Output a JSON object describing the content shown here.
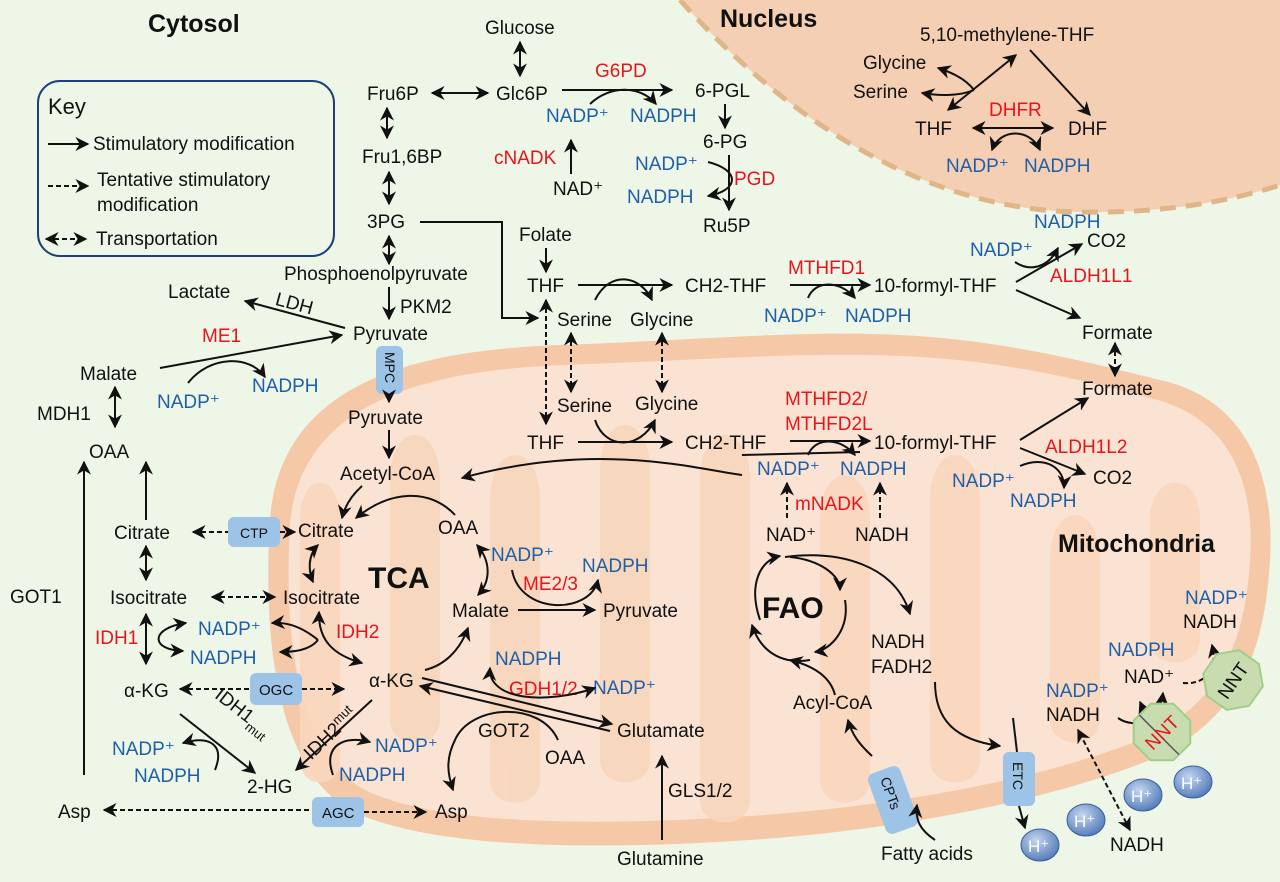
{
  "compartments": {
    "cytosol": "Cytosol",
    "nucleus": "Nucleus",
    "mitochondria": "Mitochondria",
    "tca": "TCA",
    "fao": "FAO"
  },
  "key": {
    "title": "Key",
    "items": [
      {
        "type": "solid-arrow",
        "label": "Stimulatory modification"
      },
      {
        "type": "dashed-arrow",
        "label_line1": "Tentative stimulatory",
        "label_line2": "modification"
      },
      {
        "type": "dashed-double-arrow",
        "label": "Transportation"
      }
    ]
  },
  "colors": {
    "cofactor": "#1e5fa8",
    "enzyme": "#e8141c",
    "metabolite": "#111111",
    "cytosol_bg": "#eef6e8",
    "organelle_bg": "#fbe3d3",
    "transporter": "#9dc3e6",
    "nnt": "#c9dcb0"
  },
  "glycolysis": {
    "glucose": "Glucose",
    "fru6p": "Fru6P",
    "glc6p": "Glc6P",
    "fru16bp": "Fru1,6BP",
    "pg3": "3PG",
    "pep": "Phosphoenolpyruvate",
    "pkm2": "PKM2",
    "pyruvate": "Pyruvate",
    "lactate": "Lactate",
    "ldh": "LDH"
  },
  "ppp": {
    "g6pd": "G6PD",
    "pgl6": "6-PGL",
    "pg6": "6-PG",
    "pgd": "PGD",
    "ru5p": "Ru5P",
    "nadp1": "NADP⁺",
    "nadph1": "NADPH",
    "nadp2": "NADP⁺",
    "nadph2": "NADPH",
    "cnadk": "cNADK",
    "nad": "NAD⁺"
  },
  "nucleus_pathway": {
    "methylene_thf": "5,10-methylene-THF",
    "glycine": "Glycine",
    "serine": "Serine",
    "thf": "THF",
    "dhf": "DHF",
    "dhfr": "DHFR",
    "nadp": "NADP⁺",
    "nadph": "NADPH"
  },
  "cyto_folate": {
    "folate": "Folate",
    "thf": "THF",
    "serine": "Serine",
    "glycine": "Glycine",
    "ch2thf": "CH2-THF",
    "mthfd1": "MTHFD1",
    "nadp": "NADP⁺",
    "nadph": "NADPH",
    "formyl": "10-formyl-THF",
    "nadp2": "NADP⁺",
    "nadph2": "NADPH",
    "co2": "CO2",
    "aldh1l1": "ALDH1L1",
    "formate": "Formate"
  },
  "mito_folate": {
    "serine": "Serine",
    "glycine": "Glycine",
    "thf": "THF",
    "ch2thf": "CH2-THF",
    "mthfd2": "MTHFD2/",
    "mthfd2l": "MTHFD2L",
    "formyl": "10-formyl-THF",
    "aldh1l2": "ALDH1L2",
    "co2": "CO2",
    "formate": "Formate",
    "nadp": "NADP⁺",
    "nadph": "NADPH",
    "nadp2": "NADP⁺",
    "nadph2": "NADPH",
    "mnadk": "mNADK",
    "nad": "NAD⁺",
    "nadh": "NADH"
  },
  "cyto_left": {
    "me1": "ME1",
    "malate": "Malate",
    "nadp": "NADP⁺",
    "nadph": "NADPH",
    "mdh1": "MDH1",
    "oaa": "OAA",
    "got1": "GOT1",
    "citrate": "Citrate",
    "isocitrate": "Isocitrate",
    "idh1": "IDH1",
    "nadp2": "NADP⁺",
    "nadph2": "NADPH",
    "akg": "α-KG",
    "idh1mut": "IDH1",
    "mut": "mut",
    "nadp3": "NADP⁺",
    "nadph3": "NADPH",
    "hg2": "2-HG",
    "asp": "Asp"
  },
  "transporters": {
    "mpc": "MPC",
    "ctp": "CTP",
    "ogc": "OGC",
    "agc": "AGC",
    "cpts": "CPTs",
    "etc": "ETC",
    "nnt1": "NNT",
    "nnt2": "NNT"
  },
  "tca_cycle": {
    "pyruvate": "Pyruvate",
    "acetyl_coa": "Acetyl-CoA",
    "citrate": "Citrate",
    "oaa": "OAA",
    "isocitrate": "Isocitrate",
    "idh2": "IDH2",
    "akg": "α-KG",
    "malate": "Malate",
    "idh2mut": "IDH2",
    "mut": "mut",
    "nadp": "NADP⁺",
    "nadph": "NADPH",
    "me23": "ME2/3",
    "pyruvate2": "Pyruvate",
    "nadp2": "NADP⁺",
    "nadph2": "NADPH",
    "gdh": "GDH1/2",
    "nadph3": "NADPH",
    "nadp3": "NADP⁺",
    "glutamate": "Glutamate",
    "got2": "GOT2",
    "oaa2": "OAA",
    "asp": "Asp",
    "gls": "GLS1/2",
    "glutamine": "Glutamine"
  },
  "fao_pathway": {
    "nadh": "NADH",
    "fadh2": "FADH2",
    "acyl_coa": "Acyl-CoA",
    "fatty_acids": "Fatty acids"
  },
  "nnt_area": {
    "nadp1": "NADP⁺",
    "nadh1": "NADH",
    "nadph": "NADPH",
    "nad": "NAD⁺",
    "nadp2": "NADP⁺",
    "nadh2": "NADH",
    "nadh_out": "NADH",
    "proton": "H⁺"
  }
}
